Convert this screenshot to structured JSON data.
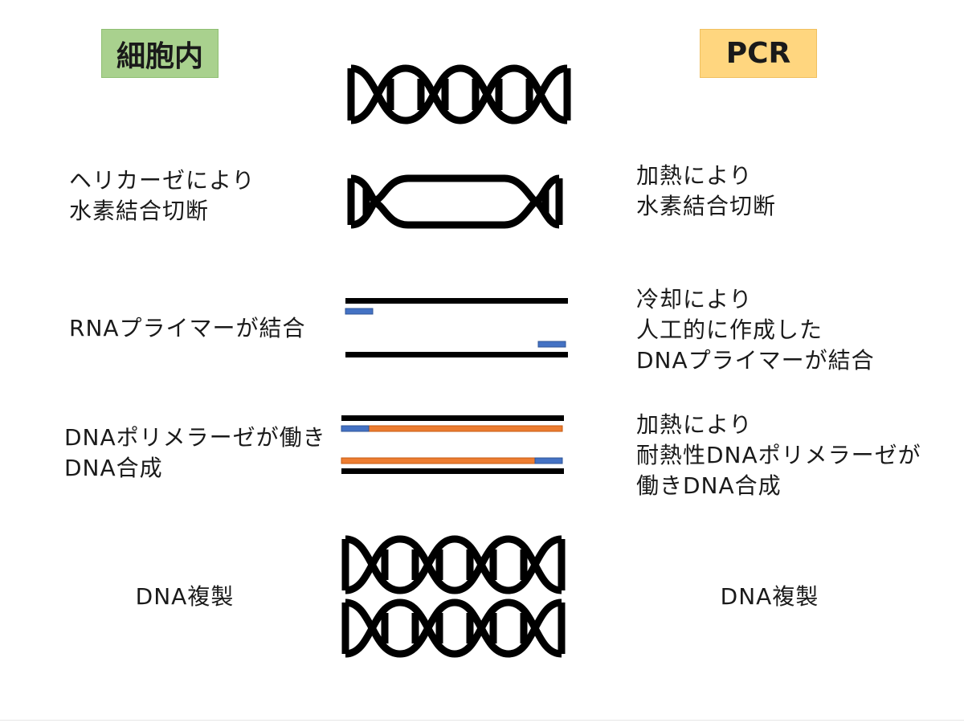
{
  "headers": {
    "cell": "細胞内",
    "pcr": "PCR"
  },
  "steps": [
    {
      "cell": [
        "ヘリカーゼにより",
        "水素結合切断"
      ],
      "pcr": [
        "加熱により",
        "水素結合切断"
      ]
    },
    {
      "cell": [
        "RNAプライマーが結合"
      ],
      "pcr": [
        "冷却により",
        "人工的に作成した",
        "DNAプライマーが結合"
      ]
    },
    {
      "cell": [
        "DNAポリメラーゼが働き",
        "DNA合成"
      ],
      "pcr": [
        "加熱により",
        "耐熱性DNAポリメラーゼが",
        "働きDNA合成"
      ]
    },
    {
      "cell": [
        "DNA複製"
      ],
      "pcr": [
        "DNA複製"
      ]
    }
  ],
  "colors": {
    "cell_header_bg": "#a9d18e",
    "pcr_header_bg": "#ffd67f",
    "strand": "#000000",
    "primer": "#4472c4",
    "new_strand": "#ed7d31"
  },
  "icons": [
    "dna-double-helix-icon",
    "dna-unwinding-icon",
    "dna-double-helix-icon"
  ]
}
